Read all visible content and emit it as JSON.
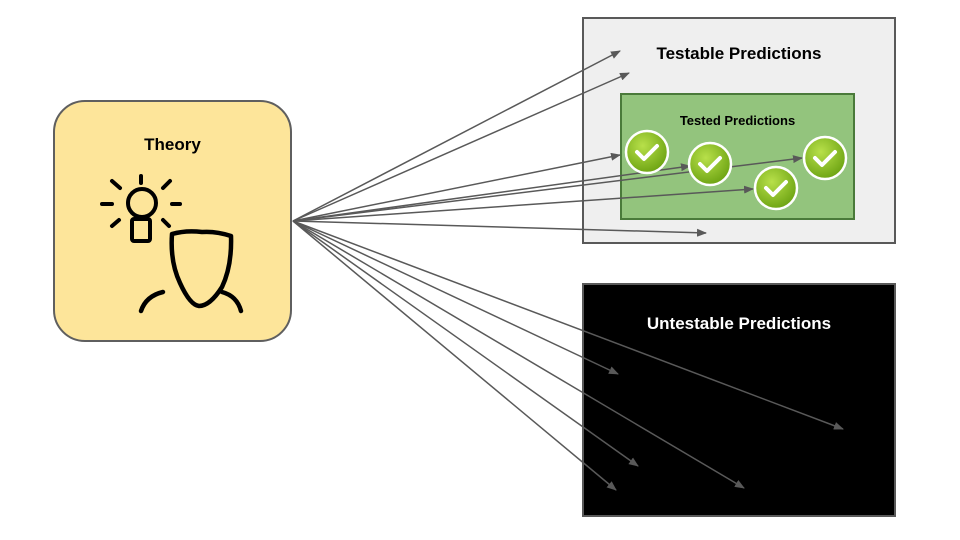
{
  "labels": {
    "theory": "Theory",
    "testable": "Testable Predictions",
    "tested": "Tested Predictions",
    "untestable": "Untestable Predictions"
  },
  "icons": {
    "theory_icon": "lightbulb-person-icon",
    "check_icon": "green-checkmark-icon"
  },
  "colors": {
    "theory_fill": "#fde59a",
    "testable_fill": "#efefef",
    "tested_fill": "#93c47d",
    "untestable_fill": "#000000",
    "arrow": "#595959",
    "check": "#8cc21a"
  }
}
